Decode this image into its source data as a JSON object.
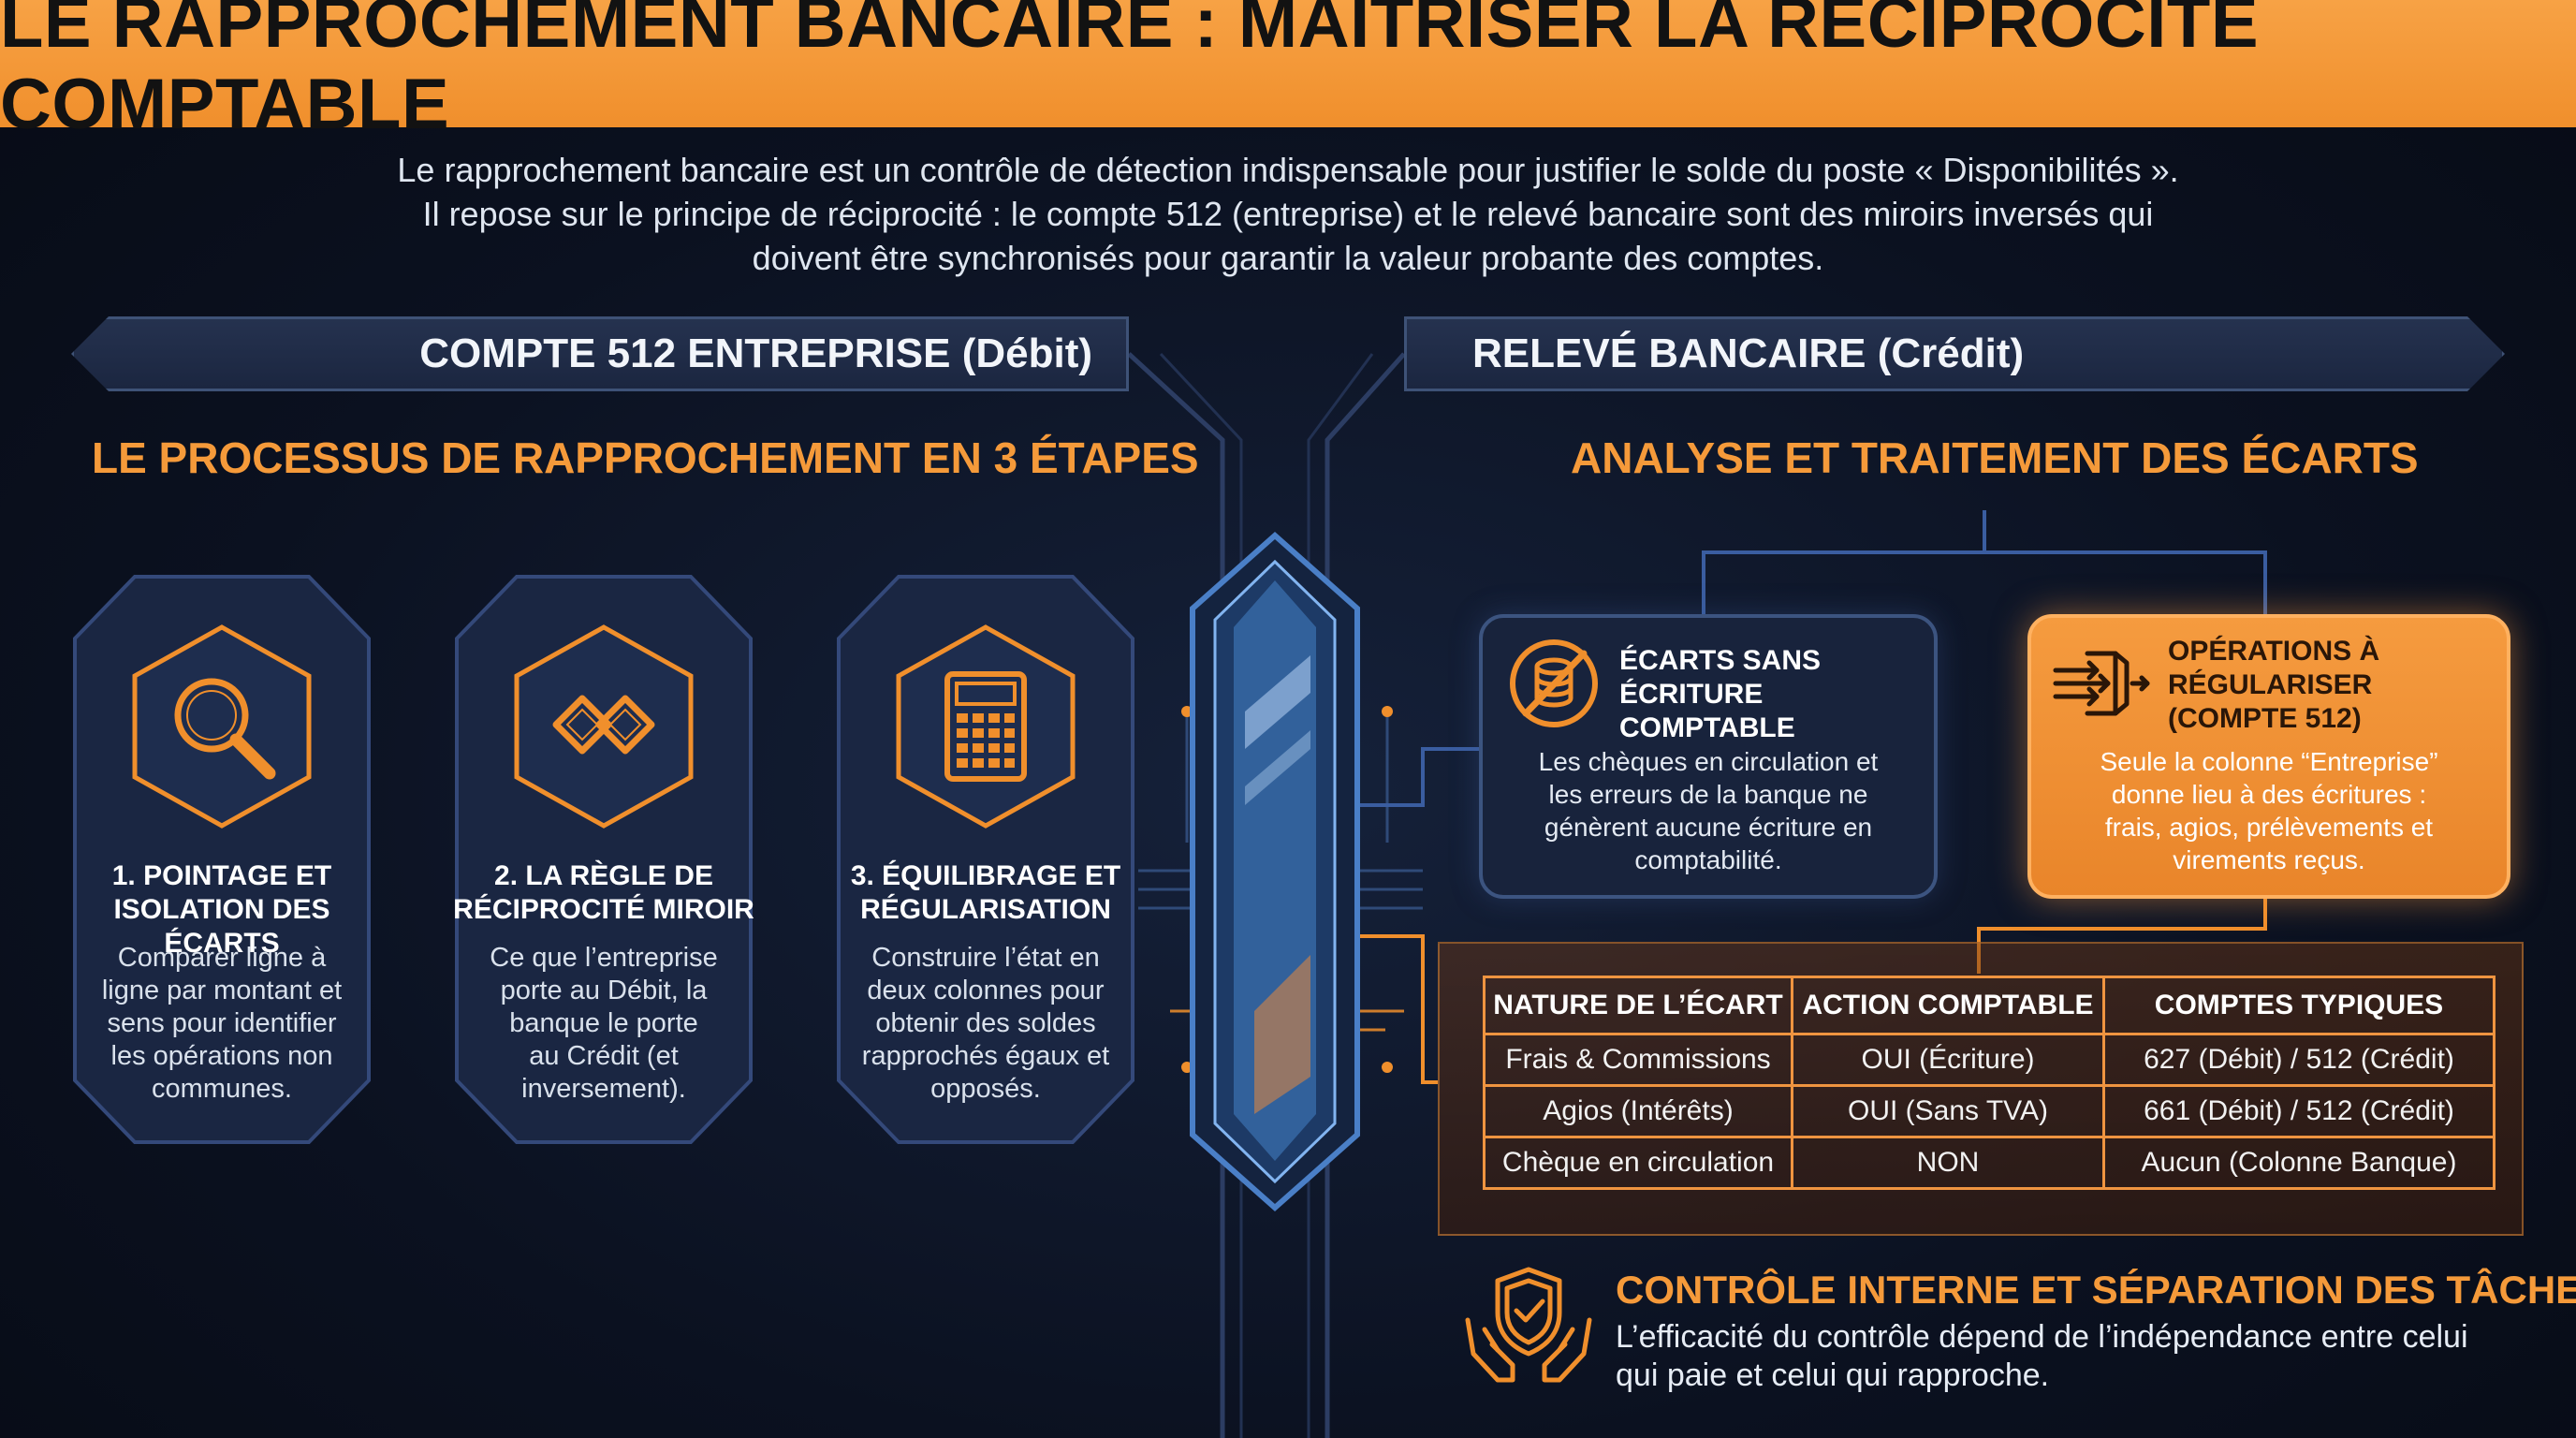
{
  "header": {
    "title": "LE RAPPROCHEMENT BANCAIRE : MAÎTRISER LA RÉCIPROCITÉ COMPTABLE"
  },
  "intro": {
    "line1": "Le rapprochement bancaire est un contrôle de détection indispensable pour justifier le solde du poste « Disponibilités ».",
    "line2": "Il repose sur le principe de réciprocité : le compte 512 (entreprise) et le relevé bancaire sont des miroirs inversés qui",
    "line3": "doivent être synchronisés pour garantir la valeur probante des comptes."
  },
  "banners": {
    "left": "COMPTE 512 ENTREPRISE (Débit)",
    "right": "RELEVÉ BANCAIRE (Crédit)"
  },
  "sections": {
    "left_title": "LE PROCESSUS DE RAPPROCHEMENT EN 3 ÉTAPES",
    "right_title": "ANALYSE ET TRAITEMENT DES ÉCARTS"
  },
  "steps": [
    {
      "icon": "magnifier-icon",
      "title_line1": "1. POINTAGE ET",
      "title_line2": "ISOLATION DES ÉCARTS",
      "text_lines": [
        "Comparer ligne à",
        "ligne par montant et",
        "sens pour identifier",
        "les opérations non",
        "communes."
      ]
    },
    {
      "icon": "chain-link-icon",
      "title_line1": "2. LA RÈGLE DE",
      "title_line2": "RÉCIPROCITÉ MIROIR",
      "text_lines": [
        "Ce que l’entreprise",
        "porte au Débit, la",
        "banque le porte",
        "au Crédit (et",
        "inversement)."
      ]
    },
    {
      "icon": "calculator-icon",
      "title_line1": "3. ÉQUILIBRAGE ET",
      "title_line2": "RÉGULARISATION",
      "text_lines": [
        "Construire l’état en",
        "deux colonnes pour",
        "obtenir des soldes",
        "rapprochés égaux et",
        "opposés."
      ]
    }
  ],
  "gap_boxes": {
    "no_entry": {
      "icon": "no-database-icon",
      "title_line1": "ÉCARTS SANS",
      "title_line2": "ÉCRITURE COMPTABLE",
      "text_lines": [
        "Les chèques en circulation et",
        "les erreurs de la banque ne",
        "génèrent aucune écriture en",
        "comptabilité."
      ]
    },
    "to_regularize": {
      "icon": "import-arrow-icon",
      "title_line1": "OPÉRATIONS À",
      "title_line2": "RÉGULARISER",
      "title_line3": "(COMPTE 512)",
      "text_lines": [
        "Seule la colonne “Entreprise”",
        "donne lieu à des écritures :",
        "frais, agios, prélèvements et",
        "virements reçus."
      ]
    }
  },
  "table": {
    "headers": [
      "NATURE DE L’ÉCART",
      "ACTION COMPTABLE",
      "COMPTES TYPIQUES"
    ],
    "rows": [
      [
        "Frais & Commissions",
        "OUI (Écriture)",
        "627 (Débit) / 512 (Crédit)"
      ],
      [
        "Agios (Intérêts)",
        "OUI (Sans TVA)",
        "661 (Débit) / 512 (Crédit)"
      ],
      [
        "Chèque en circulation",
        "NON",
        "Aucun (Colonne Banque)"
      ]
    ]
  },
  "control": {
    "icon": "shield-hands-icon",
    "title": "CONTRÔLE INTERNE ET SÉPARATION DES TÂCHES",
    "line1": "L’efficacité du contrôle dépend de l’indépendance entre celui",
    "line2": "qui paie et celui qui rapproche."
  },
  "colors": {
    "accent_orange": "#f59a3a",
    "navy": "#0b1120",
    "panel": "#18233c",
    "border_blue": "#3c5480"
  }
}
